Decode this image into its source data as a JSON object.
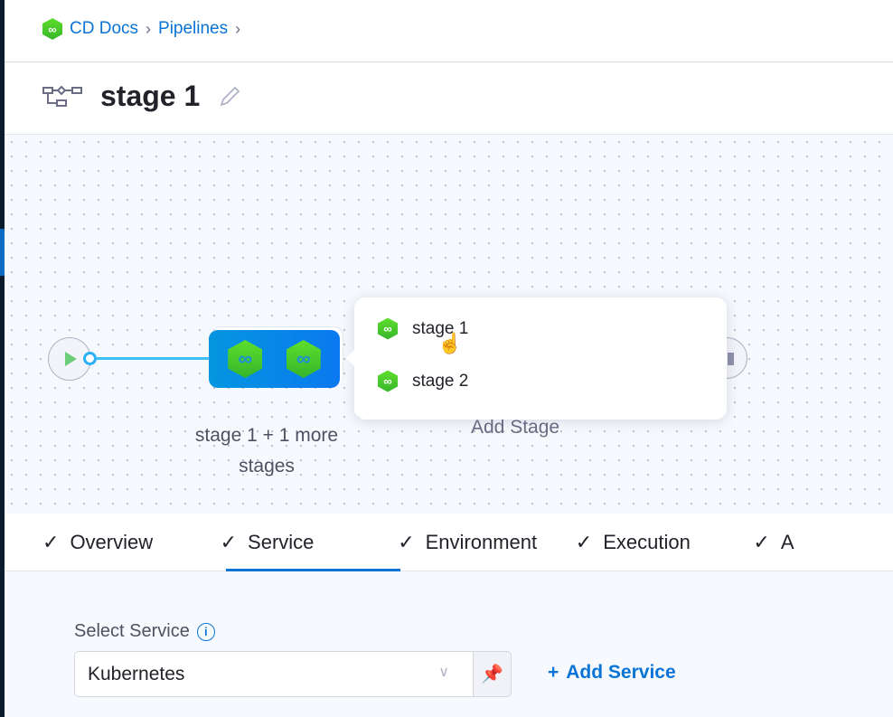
{
  "breadcrumb": {
    "project": "CD Docs",
    "section": "Pipelines"
  },
  "title": "stage 1",
  "pipeline": {
    "group_label": "stage 1 + 1 more stages",
    "add_stage": "Add Stage"
  },
  "popup": {
    "items": [
      {
        "label": "stage 1"
      },
      {
        "label": "stage 2"
      }
    ]
  },
  "tabs": [
    {
      "label": "Overview"
    },
    {
      "label": "Service",
      "active": true
    },
    {
      "label": "Environment"
    },
    {
      "label": "Execution"
    },
    {
      "label": "A"
    }
  ],
  "service": {
    "label": "Select Service",
    "value": "Kubernetes",
    "add_label": "Add Service"
  },
  "colors": {
    "accent": "#0a74d6",
    "stage_green": "#4cc72c"
  }
}
